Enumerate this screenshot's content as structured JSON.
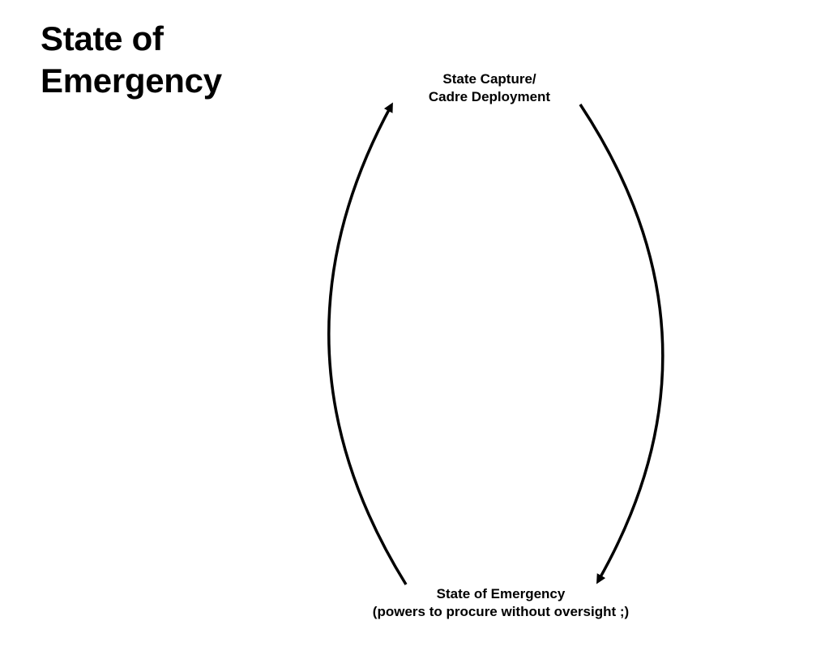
{
  "title": {
    "line1": "State of",
    "line2": "Emergency"
  },
  "nodes": {
    "top": {
      "line1": "State Capture/",
      "line2": "Cadre Deployment"
    },
    "bottom": {
      "line1": "State of Emergency",
      "line2": "(powers to procure without oversight ;)"
    }
  },
  "colors": {
    "ink": "#000000",
    "background": "#ffffff"
  }
}
